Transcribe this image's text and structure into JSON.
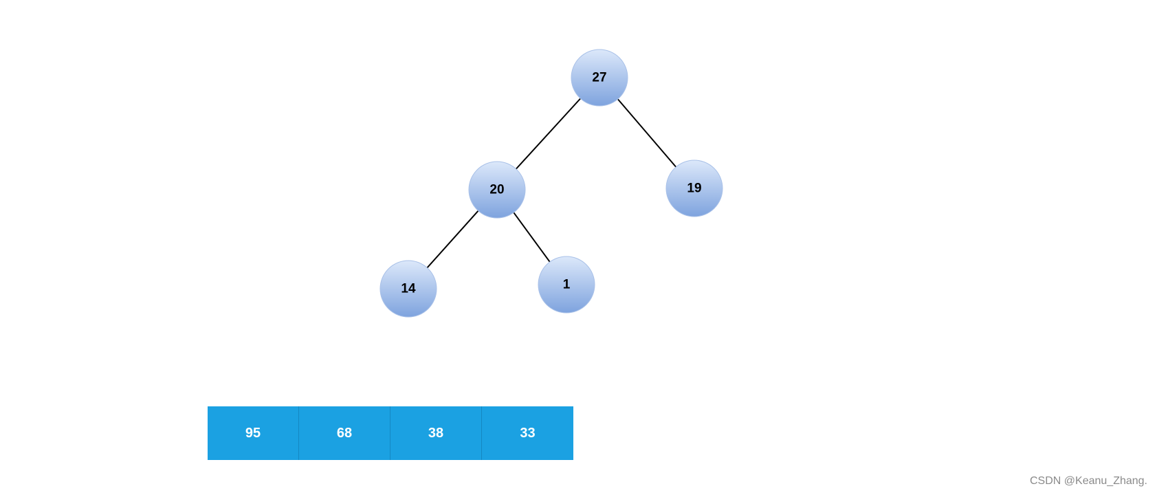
{
  "tree": {
    "nodes": [
      {
        "id": "n27",
        "label": "27"
      },
      {
        "id": "n20",
        "label": "20"
      },
      {
        "id": "n19",
        "label": "19"
      },
      {
        "id": "n14",
        "label": "14"
      },
      {
        "id": "n1",
        "label": "1"
      }
    ],
    "edges": [
      {
        "from": "n27",
        "to": "n20"
      },
      {
        "from": "n27",
        "to": "n19"
      },
      {
        "from": "n20",
        "to": "n14"
      },
      {
        "from": "n20",
        "to": "n1"
      }
    ],
    "node_fill_top": "#dce8fa",
    "node_fill_bottom": "#7ea3de",
    "node_stroke": "#a9c1e8",
    "edge_color": "#000000"
  },
  "array": {
    "cells": [
      "95",
      "68",
      "38",
      "33"
    ],
    "fill": "#1ba1e2"
  },
  "watermark": "CSDN @Keanu_Zhang."
}
